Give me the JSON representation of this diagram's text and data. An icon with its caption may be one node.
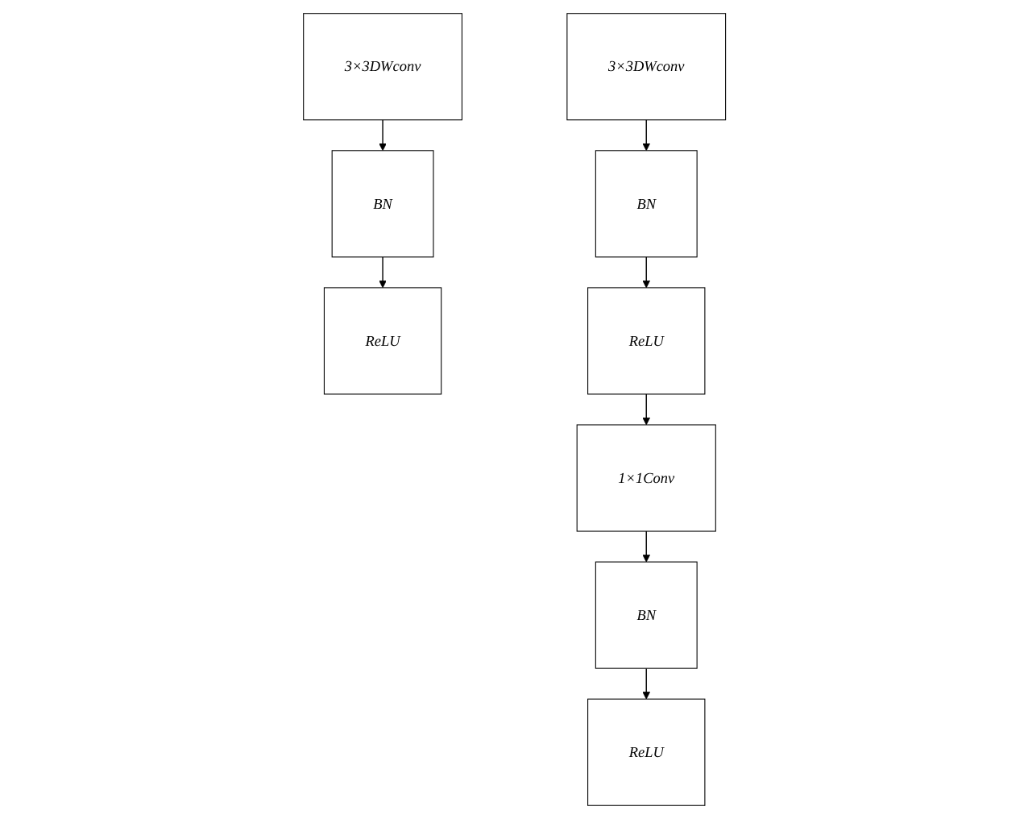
{
  "diagram": {
    "nodes": [
      {
        "text": [
          "3×3DWconv"
        ]
      },
      {
        "text": [
          "BN"
        ]
      },
      {
        "text": [
          "ReLU"
        ]
      },
      {
        "text": [
          "3×3DWconv"
        ]
      },
      {
        "text": [
          "BN"
        ]
      },
      {
        "text": [
          "ReLU"
        ]
      },
      {
        "text": [
          "1×1Conv"
        ]
      },
      {
        "text": [
          "BN"
        ]
      },
      {
        "text": [
          "ReLU"
        ]
      }
    ],
    "edges": [
      {
        "from": 0,
        "to": 1,
        "arrow": "to"
      },
      {
        "from": 1,
        "to": 2,
        "arrow": "to"
      },
      {
        "from": 3,
        "to": 4,
        "arrow": "to"
      },
      {
        "from": 4,
        "to": 5,
        "arrow": "to"
      },
      {
        "from": 5,
        "to": 6,
        "arrow": "to"
      },
      {
        "from": 6,
        "to": 7,
        "arrow": "to"
      },
      {
        "from": 7,
        "to": 8,
        "arrow": "to"
      }
    ]
  }
}
